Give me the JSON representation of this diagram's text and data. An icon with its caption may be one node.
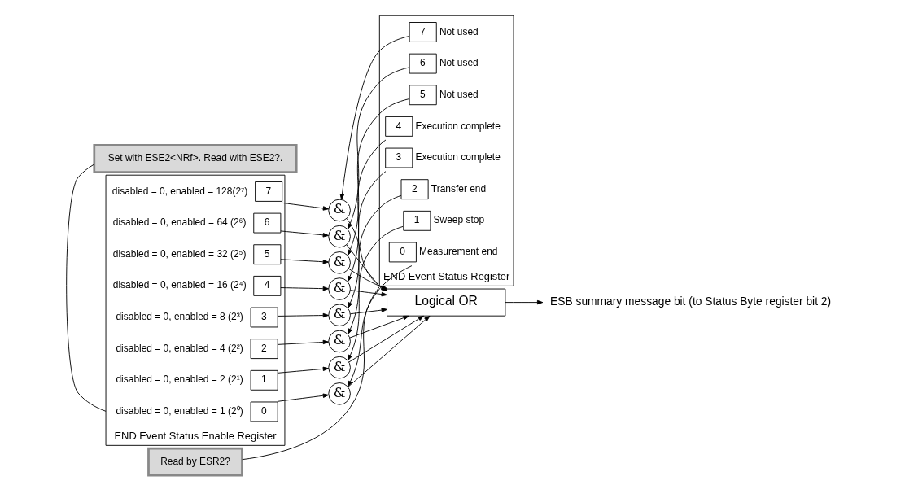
{
  "diagram": {
    "nodes": [
      {
        "text": [
          "END Event Status Enable Register"
        ]
      },
      {
        "text": [
          "7"
        ],
        "in": 0,
        "beside": [
          "disabled = 0, enabled = 128(2⁷)"
        ]
      },
      {
        "text": [
          "6"
        ],
        "in": 0,
        "beside": [
          "disabled = 0, enabled = 64 (2⁶)"
        ]
      },
      {
        "text": [
          "5"
        ],
        "in": 0,
        "beside": [
          "disabled = 0, enabled = 32 (2⁵)"
        ]
      },
      {
        "text": [
          "4"
        ],
        "in": 0,
        "beside": [
          "disabled = 0, enabled = 16 (2⁴)"
        ]
      },
      {
        "text": [
          "3"
        ],
        "in": 0,
        "beside": [
          "disabled = 0, enabled = 8 (2³)"
        ]
      },
      {
        "text": [
          "2"
        ],
        "in": 0,
        "beside": [
          "disabled = 0, enabled = 4 (2²)"
        ]
      },
      {
        "text": [
          "1"
        ],
        "in": 0,
        "beside": [
          "disabled = 0, enabled = 2 (2¹)"
        ]
      },
      {
        "text": [
          "0"
        ],
        "in": 0,
        "beside": [
          "disabled = 0, enabled = 1 (2⁰)"
        ]
      },
      {
        "text": [
          "END Event Status Register"
        ]
      },
      {
        "text": [
          "7"
        ],
        "in": 9,
        "beside": [
          "Not used"
        ]
      },
      {
        "text": [
          "6"
        ],
        "in": 9,
        "beside": [
          "Not used"
        ]
      },
      {
        "text": [
          "5"
        ],
        "in": 9,
        "beside": [
          "Not used"
        ]
      },
      {
        "text": [
          "4"
        ],
        "in": 9,
        "beside": [
          "Execution complete"
        ]
      },
      {
        "text": [
          "3"
        ],
        "in": 9,
        "beside": [
          "Execution complete"
        ]
      },
      {
        "text": [
          "2"
        ],
        "in": 9,
        "beside": [
          "Transfer end"
        ]
      },
      {
        "text": [
          "1"
        ],
        "in": 9,
        "beside": [
          "Sweep stop"
        ]
      },
      {
        "text": [
          "0"
        ],
        "in": 9,
        "beside": [
          "Measurement end"
        ]
      },
      {
        "text": [
          "&"
        ]
      },
      {
        "text": [
          "&"
        ]
      },
      {
        "text": [
          "&"
        ]
      },
      {
        "text": [
          "&"
        ]
      },
      {
        "text": [
          "&"
        ]
      },
      {
        "text": [
          "&"
        ]
      },
      {
        "text": [
          "&"
        ]
      },
      {
        "text": [
          "&"
        ]
      },
      {
        "text": [
          "Logical OR"
        ]
      },
      {
        "text": [
          "ESB summary message bit (to Status Byte register bit 2)"
        ]
      },
      {
        "text": [
          "Set with ESE2<NRf>. Read with ESE2?."
        ]
      },
      {
        "text": [
          "Read by ESR2?"
        ]
      }
    ],
    "edges": [
      {
        "from": 1,
        "to": 18,
        "arrow": "to"
      },
      {
        "from": 10,
        "to": 18,
        "arrow": "to"
      },
      {
        "from": 2,
        "to": 19,
        "arrow": "to"
      },
      {
        "from": 11,
        "to": 19,
        "arrow": "to"
      },
      {
        "from": 3,
        "to": 20,
        "arrow": "to"
      },
      {
        "from": 12,
        "to": 20,
        "arrow": "to"
      },
      {
        "from": 4,
        "to": 21,
        "arrow": "to"
      },
      {
        "from": 13,
        "to": 21,
        "arrow": "to"
      },
      {
        "from": 5,
        "to": 22,
        "arrow": "to"
      },
      {
        "from": 14,
        "to": 22,
        "arrow": "to"
      },
      {
        "from": 6,
        "to": 23,
        "arrow": "to"
      },
      {
        "from": 15,
        "to": 23,
        "arrow": "to"
      },
      {
        "from": 7,
        "to": 24,
        "arrow": "to"
      },
      {
        "from": 16,
        "to": 24,
        "arrow": "to"
      },
      {
        "from": 8,
        "to": 25,
        "arrow": "to"
      },
      {
        "from": 17,
        "to": 25,
        "arrow": "to"
      },
      {
        "from": 25,
        "to": 26,
        "arrow": "to"
      },
      {
        "from": 24,
        "to": 26,
        "arrow": "to"
      },
      {
        "from": 23,
        "to": 26,
        "arrow": "to"
      },
      {
        "from": 22,
        "to": 26,
        "arrow": "to"
      },
      {
        "from": 21,
        "to": 26,
        "arrow": "to"
      },
      {
        "from": 20,
        "to": 26,
        "arrow": "to"
      },
      {
        "from": 19,
        "to": 26,
        "arrow": "to"
      },
      {
        "from": 18,
        "to": 26,
        "arrow": "to"
      },
      {
        "from": 26,
        "to": 27,
        "arrow": "to"
      },
      {
        "from": 28,
        "to": 0,
        "arrow": "none"
      },
      {
        "from": 29,
        "to": 9,
        "arrow": "none"
      }
    ]
  }
}
